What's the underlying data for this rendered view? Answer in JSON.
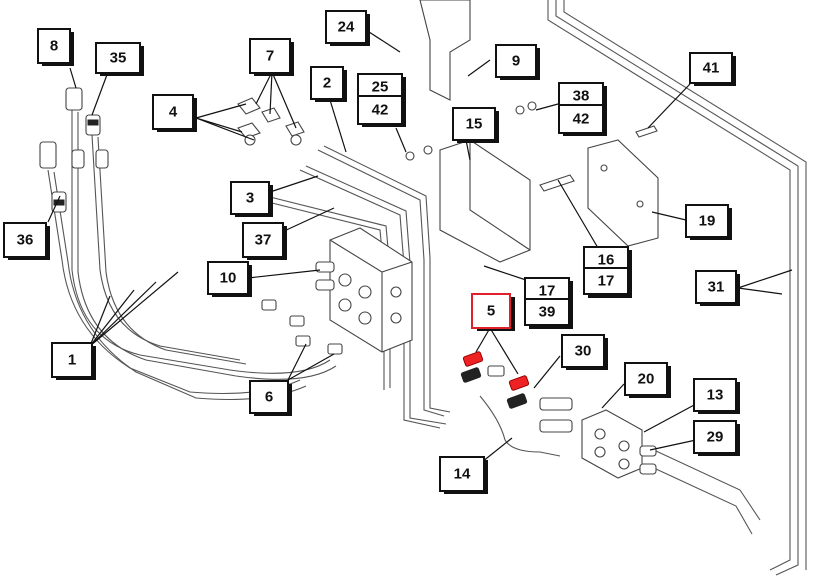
{
  "callouts": [
    {
      "id": "8",
      "label": "8"
    },
    {
      "id": "35",
      "label": "35"
    },
    {
      "id": "36",
      "label": "36"
    },
    {
      "id": "4",
      "label": "4"
    },
    {
      "id": "7",
      "label": "7"
    },
    {
      "id": "24",
      "label": "24"
    },
    {
      "id": "2",
      "label": "2"
    },
    {
      "id": "25",
      "label": "25"
    },
    {
      "id": "42a",
      "label": "42"
    },
    {
      "id": "9",
      "label": "9"
    },
    {
      "id": "15",
      "label": "15"
    },
    {
      "id": "38",
      "label": "38"
    },
    {
      "id": "42b",
      "label": "42"
    },
    {
      "id": "41",
      "label": "41"
    },
    {
      "id": "3",
      "label": "3"
    },
    {
      "id": "37",
      "label": "37"
    },
    {
      "id": "19",
      "label": "19"
    },
    {
      "id": "10",
      "label": "10"
    },
    {
      "id": "16",
      "label": "16"
    },
    {
      "id": "17a",
      "label": "17"
    },
    {
      "id": "17b",
      "label": "17"
    },
    {
      "id": "39",
      "label": "39"
    },
    {
      "id": "31",
      "label": "31"
    },
    {
      "id": "5",
      "label": "5",
      "highlight": true
    },
    {
      "id": "1",
      "label": "1"
    },
    {
      "id": "30",
      "label": "30"
    },
    {
      "id": "20",
      "label": "20"
    },
    {
      "id": "6",
      "label": "6"
    },
    {
      "id": "13",
      "label": "13"
    },
    {
      "id": "29",
      "label": "29"
    },
    {
      "id": "14",
      "label": "14"
    }
  ],
  "colors": {
    "line": "#111111",
    "highlight": "#e0202a",
    "highlighted_part": "#ee2222"
  }
}
